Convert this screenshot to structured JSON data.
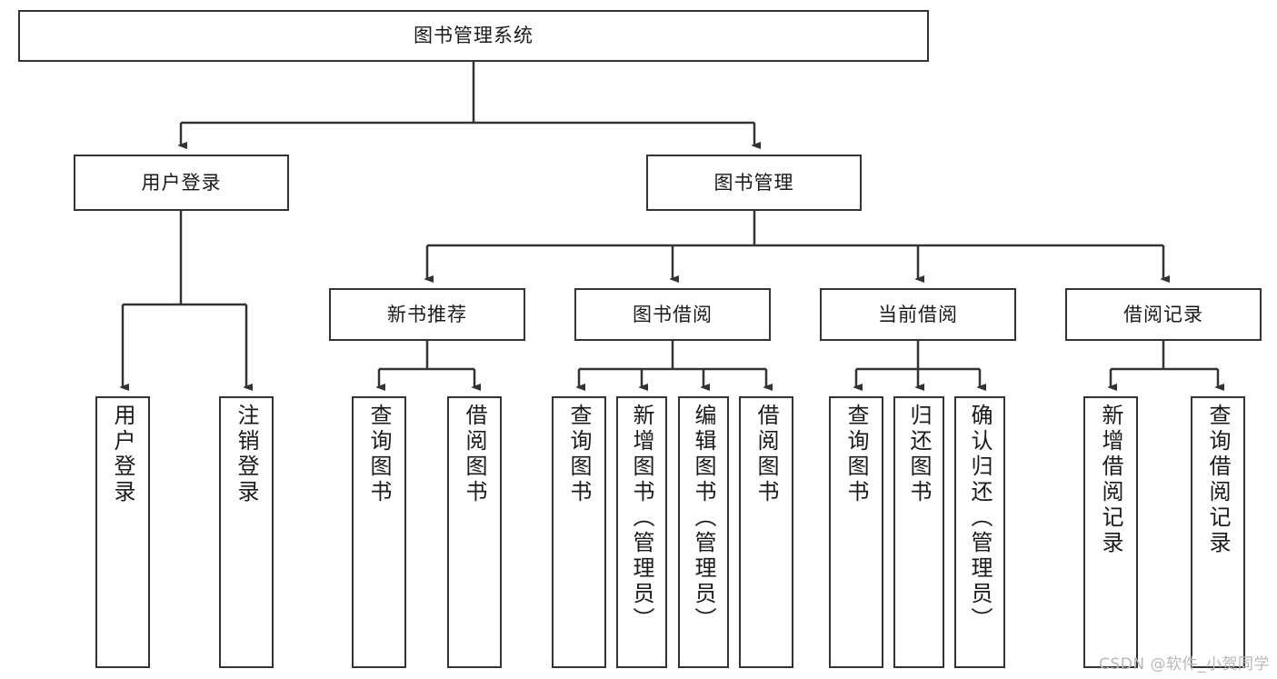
{
  "diagram": {
    "title": "图书管理系统",
    "type": "tree-hierarchy-diagram",
    "colors": {
      "box_border": "#333333",
      "box_fill": "#ffffff",
      "connector": "#333333",
      "text": "#1a1a1a",
      "watermark": "#b8b8b8",
      "background": "#ffffff"
    },
    "root": {
      "label": "图书管理系统"
    },
    "level2": [
      {
        "label": "用户登录"
      },
      {
        "label": "图书管理"
      }
    ],
    "level3": [
      {
        "label": "新书推荐"
      },
      {
        "label": "图书借阅"
      },
      {
        "label": "当前借阅"
      },
      {
        "label": "借阅记录"
      }
    ],
    "leaves": {
      "user_login": [
        {
          "label": "用户登录"
        },
        {
          "label": "注销登录"
        }
      ],
      "new_book_recommend": [
        {
          "label": "查询图书"
        },
        {
          "label": "借阅图书"
        }
      ],
      "book_borrow": [
        {
          "label": "查询图书"
        },
        {
          "label": "新增图书（管理员）"
        },
        {
          "label": "编辑图书（管理员）"
        },
        {
          "label": "借阅图书"
        }
      ],
      "current_borrow": [
        {
          "label": "查询图书"
        },
        {
          "label": "归还图书"
        },
        {
          "label": "确认归还（管理员）"
        }
      ],
      "borrow_record": [
        {
          "label": "新增借阅记录"
        },
        {
          "label": "查询借阅记录"
        }
      ]
    }
  },
  "watermark": {
    "text": "CSDN @软件_小贺同学"
  }
}
